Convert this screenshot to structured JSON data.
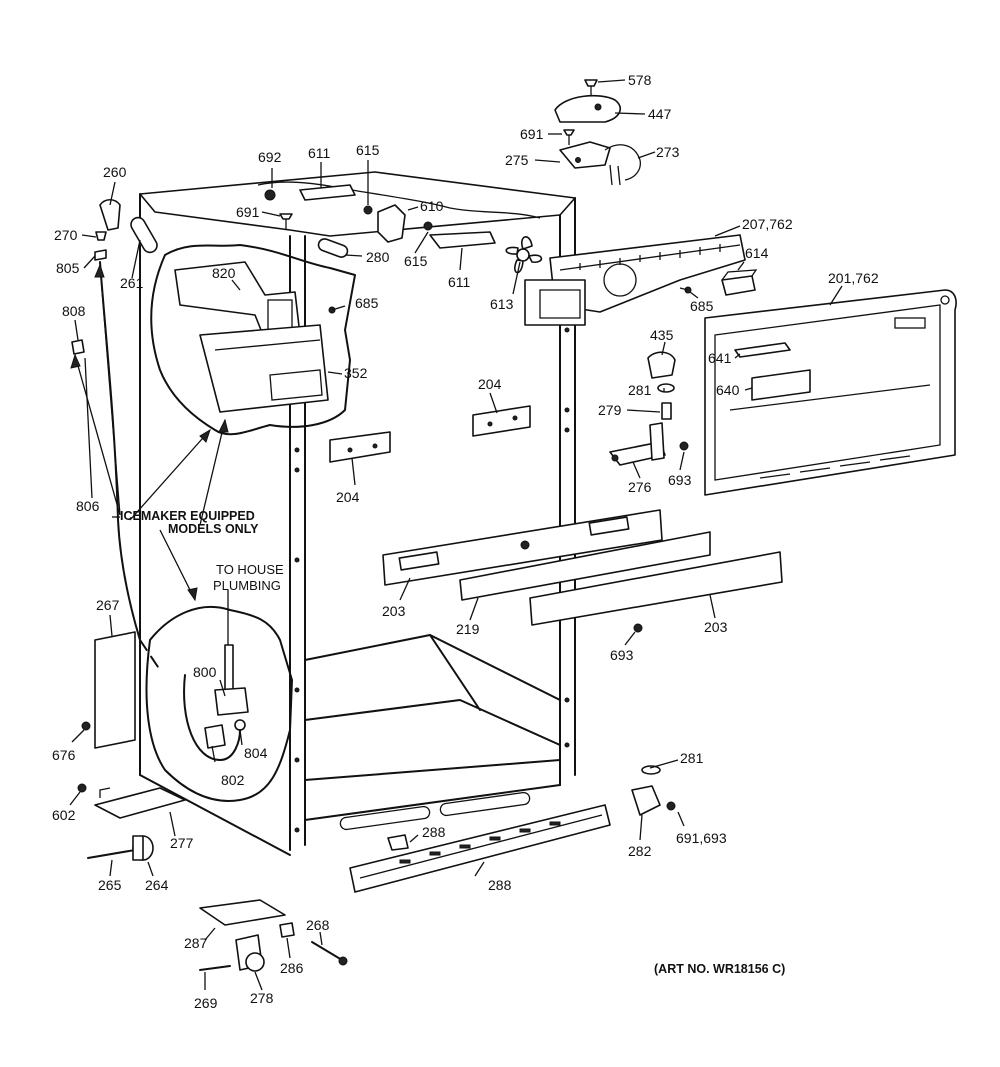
{
  "callouts": {
    "c578": "578",
    "c447": "447",
    "c691a": "691",
    "c275": "275",
    "c273": "273",
    "c692": "692",
    "c611a": "611",
    "c615a": "615",
    "c691b": "691",
    "c610": "610",
    "c615b": "615",
    "c280": "280",
    "c611b": "611",
    "c613": "613",
    "c207_762": "207,762",
    "c614": "614",
    "c685a": "685",
    "c685b": "685",
    "c201_762": "201,762",
    "c260": "260",
    "c270": "270",
    "c805": "805",
    "c261": "261",
    "c820": "820",
    "c808": "808",
    "c352": "352",
    "c435": "435",
    "c641": "641",
    "c640": "640",
    "c281a": "281",
    "c279": "279",
    "c204a": "204",
    "c204b": "204",
    "c276": "276",
    "c693a": "693",
    "c806": "806",
    "c203a": "203",
    "c219": "219",
    "c203b": "203",
    "c693b": "693",
    "c267": "267",
    "c800": "800",
    "c804": "804",
    "c802": "802",
    "c676": "676",
    "c602": "602",
    "c277": "277",
    "c281b": "281",
    "c282": "282",
    "c691_693": "691,693",
    "c288a": "288",
    "c288b": "288",
    "c265": "265",
    "c264": "264",
    "c287": "287",
    "c268": "268",
    "c286": "286",
    "c269": "269",
    "c278": "278"
  },
  "notes": {
    "icemaker_line1": "ICEMAKER EQUIPPED",
    "icemaker_line2": "MODELS ONLY",
    "plumbing_line1": "TO HOUSE",
    "plumbing_line2": "PLUMBING",
    "art_no": "(ART NO. WR18156 C)"
  }
}
